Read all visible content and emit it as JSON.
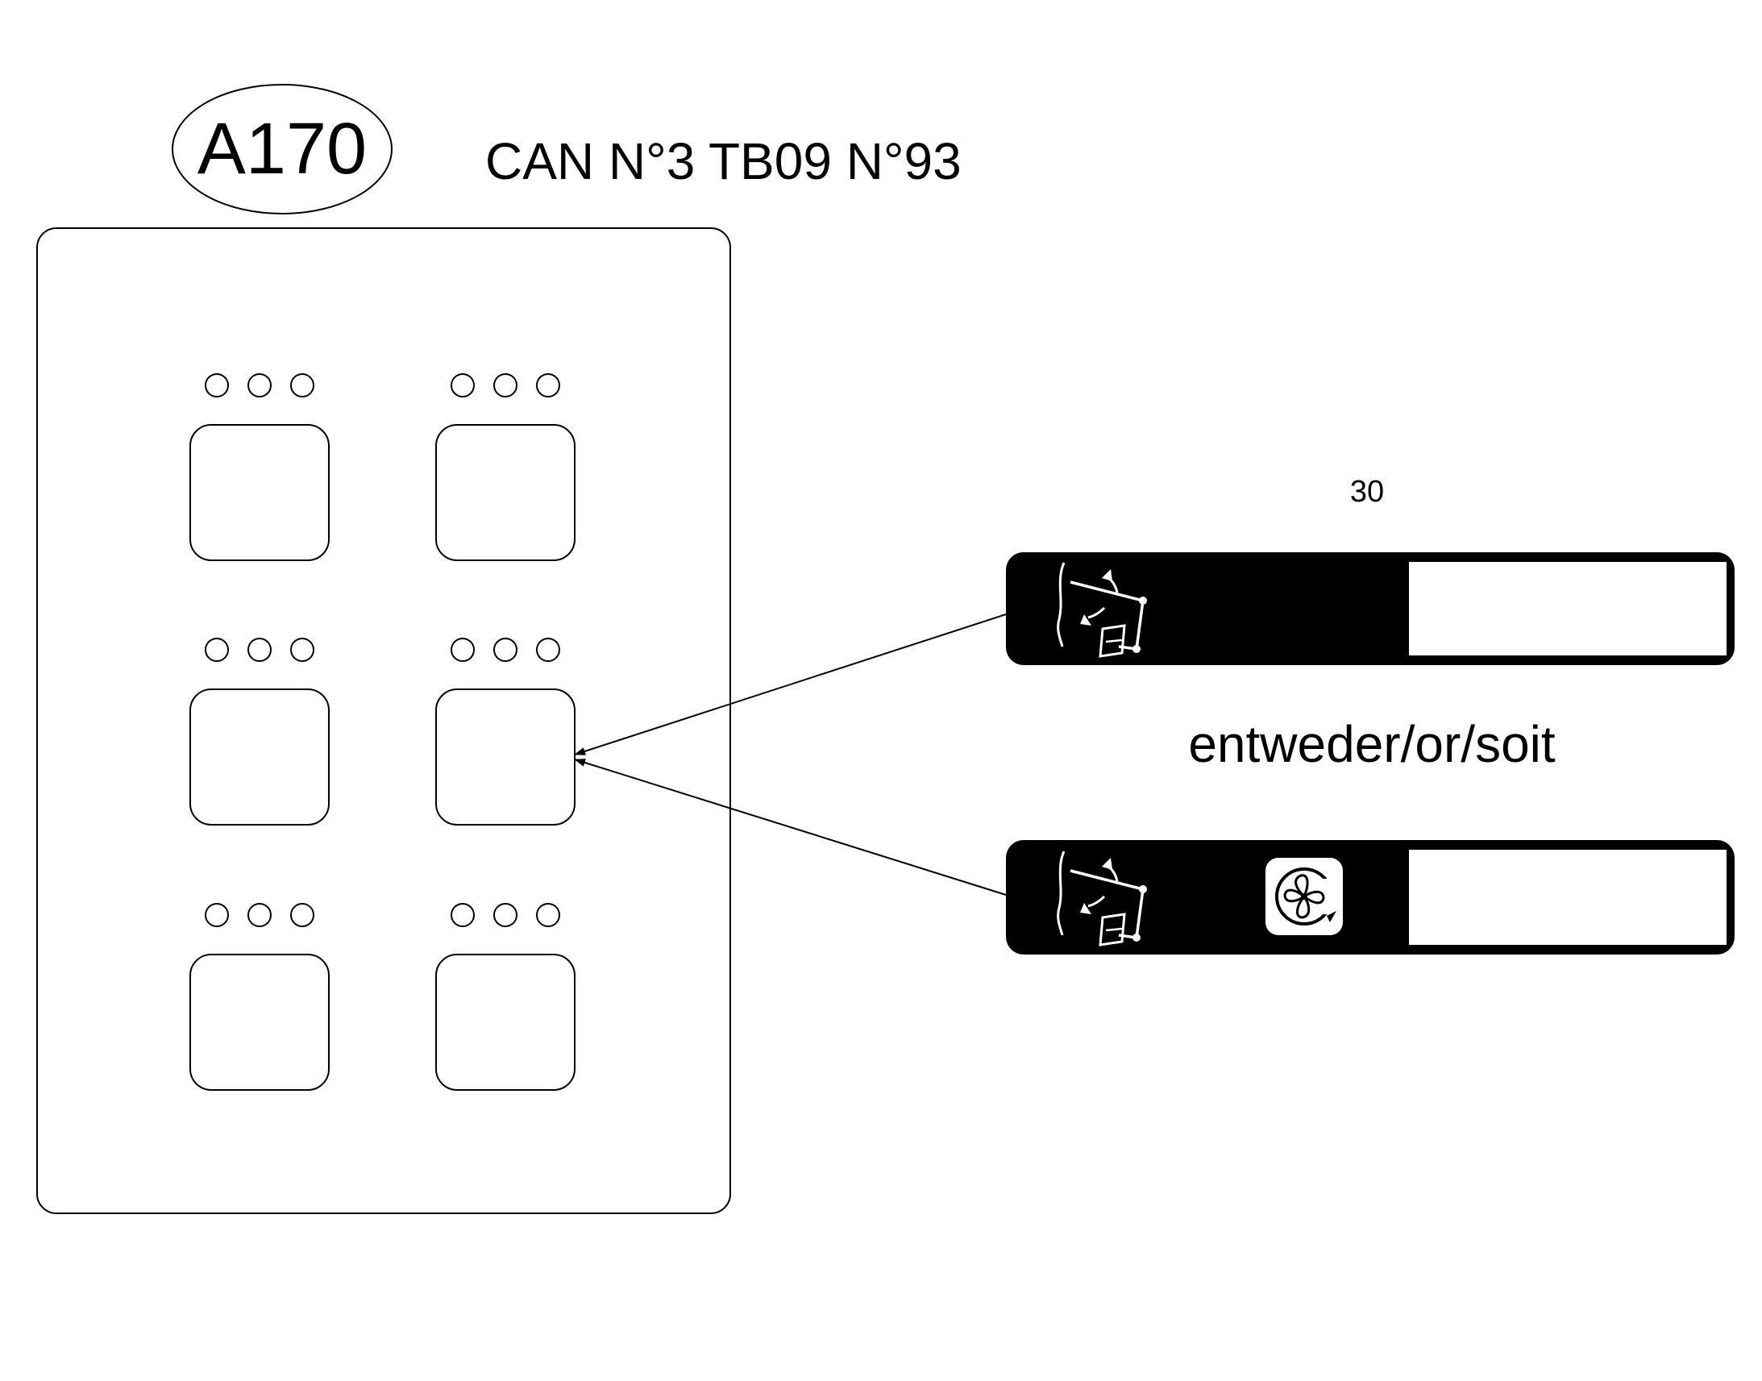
{
  "header": {
    "badge": "A170",
    "title": "CAN N°3 TB09 N°93"
  },
  "panel": {
    "rows": 3,
    "columns": 2,
    "indicator_dots_per_button": 3
  },
  "callout": {
    "reference_number": "30",
    "separator": "entweder/or/soit",
    "options": [
      {
        "icons": [
          "hitch-lift-icon"
        ]
      },
      {
        "icons": [
          "hitch-lift-icon",
          "fan-reverse-icon"
        ]
      }
    ]
  },
  "colors": {
    "line": "#000000",
    "background": "#ffffff",
    "strip_fill": "#000000"
  }
}
